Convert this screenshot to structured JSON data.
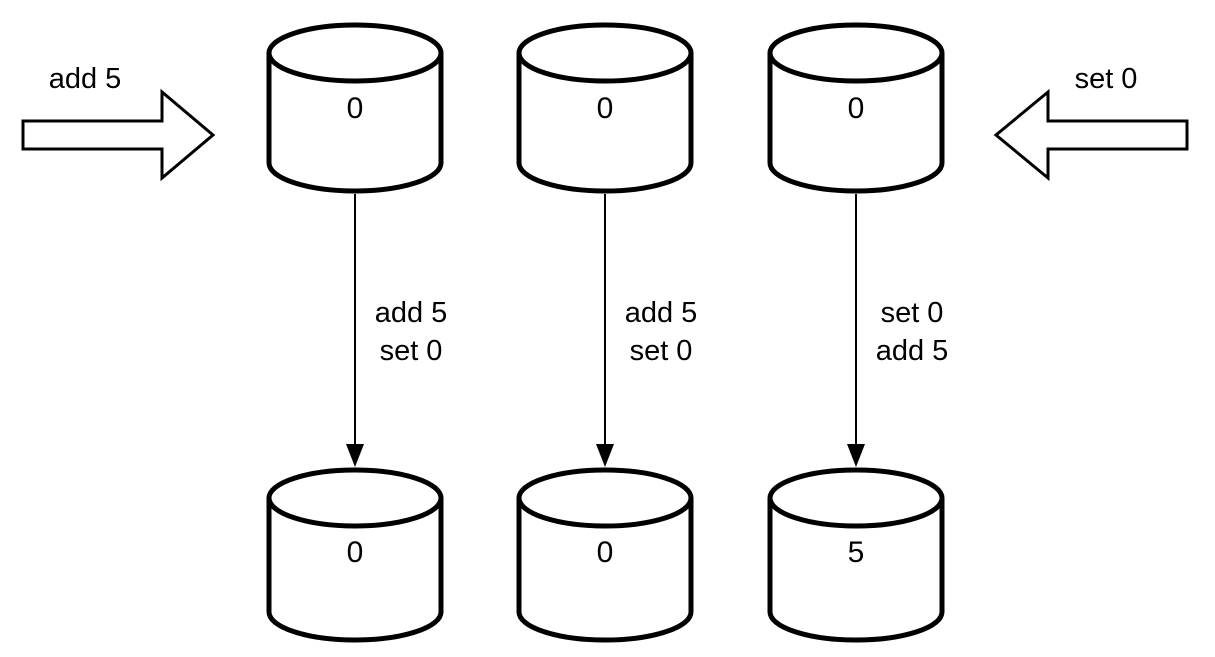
{
  "diagram": {
    "background_color": "#ffffff",
    "line_color": "#000000",
    "external_inputs": {
      "left": {
        "label": "add 5",
        "direction": "right"
      },
      "right": {
        "label": "set 0",
        "direction": "left"
      }
    },
    "replicas": [
      {
        "initial_value": "0",
        "operations": [
          "add 5",
          "set 0"
        ],
        "final_value": "0"
      },
      {
        "initial_value": "0",
        "operations": [
          "add 5",
          "set 0"
        ],
        "final_value": "0"
      },
      {
        "initial_value": "0",
        "operations": [
          "set 0",
          "add 5"
        ],
        "final_value": "5"
      }
    ]
  }
}
